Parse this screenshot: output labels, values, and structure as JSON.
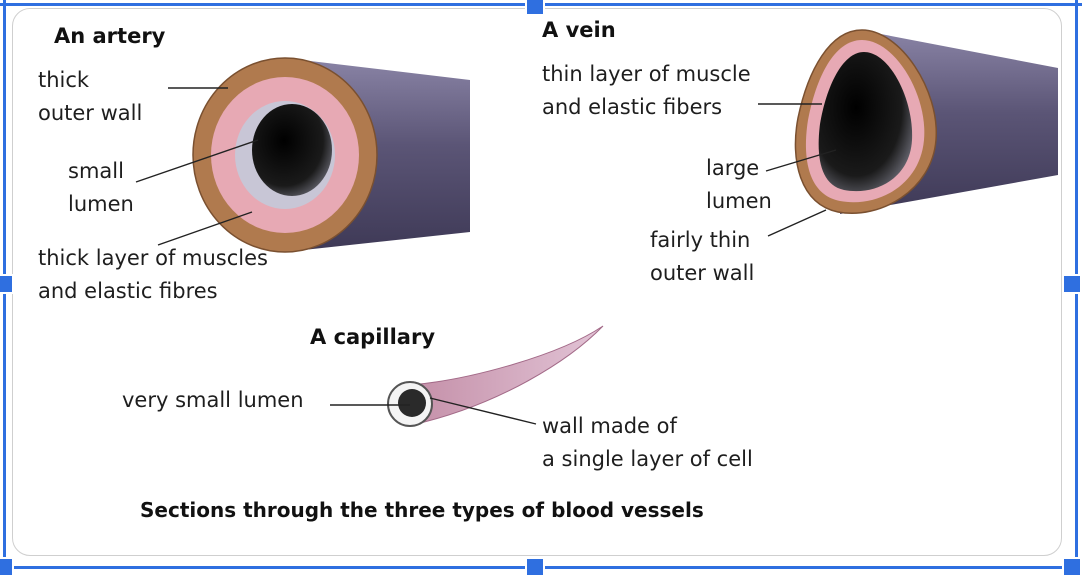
{
  "colors": {
    "frame": "#2f6fe0",
    "vessel_body": "#5b5576",
    "outer_wall": "#b07a4e",
    "muscle_layer": "#e7a9b4",
    "lumen": "#151515"
  },
  "artery": {
    "title": "An artery",
    "labels": {
      "outer_wall": [
        "thick",
        "outer wall"
      ],
      "lumen": [
        "small",
        "lumen"
      ],
      "muscle": [
        "thick layer of muscles",
        "and elastic fibres"
      ]
    }
  },
  "vein": {
    "title": "A vein",
    "labels": {
      "muscle": [
        "thin layer of muscle",
        "and elastic fibers"
      ],
      "lumen": [
        "large",
        "lumen"
      ],
      "outer_wall": [
        "fairly thin",
        "outer wall"
      ]
    }
  },
  "capillary": {
    "title": "A capillary",
    "labels": {
      "lumen": "very small lumen",
      "wall": [
        "wall made of",
        "a single layer of cell"
      ]
    }
  },
  "caption": "Sections through the three types of blood vessels"
}
